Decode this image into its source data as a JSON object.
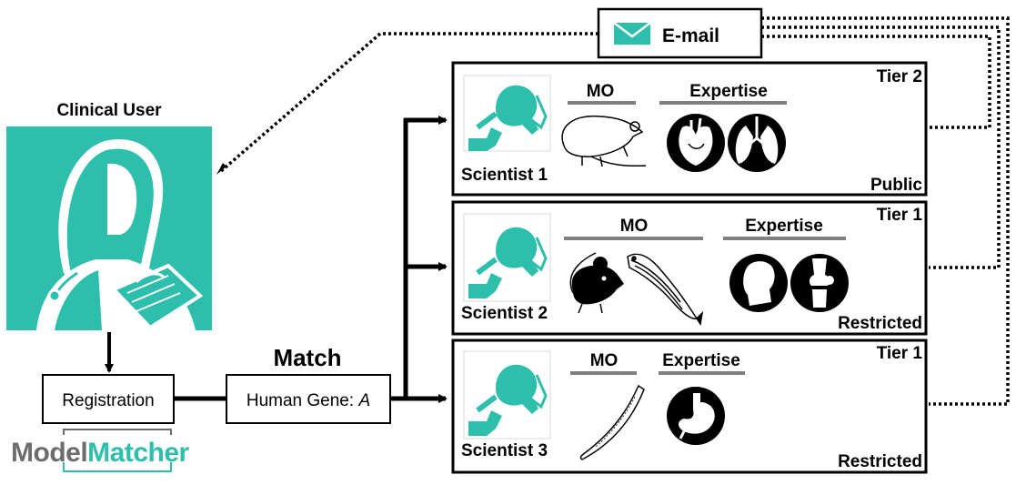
{
  "clinical_user": {
    "label": "Clinical User"
  },
  "registration": {
    "label": "Registration"
  },
  "match": {
    "label": "Match",
    "gene_label": "Human Gene: ",
    "gene_var": "A"
  },
  "email": {
    "label": "E-mail"
  },
  "logo": {
    "text_model": "Model",
    "text_matcher": "Matcher"
  },
  "scientists": [
    {
      "name": "Scientist 1",
      "tier": "Tier 2",
      "access": "Public",
      "mo_label": "MO",
      "expertise_label": "Expertise",
      "organisms": [
        "rat-icon"
      ],
      "expertise": [
        "heart-icon",
        "lungs-icon"
      ]
    },
    {
      "name": "Scientist 2",
      "tier": "Tier 1",
      "access": "Restricted",
      "mo_label": "MO",
      "expertise_label": "Expertise",
      "organisms": [
        "mouse-icon",
        "zebrafish-icon"
      ],
      "expertise": [
        "head-icon",
        "knee-joint-icon"
      ]
    },
    {
      "name": "Scientist 3",
      "tier": "Tier 1",
      "access": "Restricted",
      "mo_label": "MO",
      "expertise_label": "Expertise",
      "organisms": [
        "worm-icon"
      ],
      "expertise": [
        "stomach-icon"
      ]
    }
  ],
  "colors": {
    "teal": "#2ebfac",
    "gray_bar": "#808080",
    "logo_gray": "#6d6d6d"
  }
}
